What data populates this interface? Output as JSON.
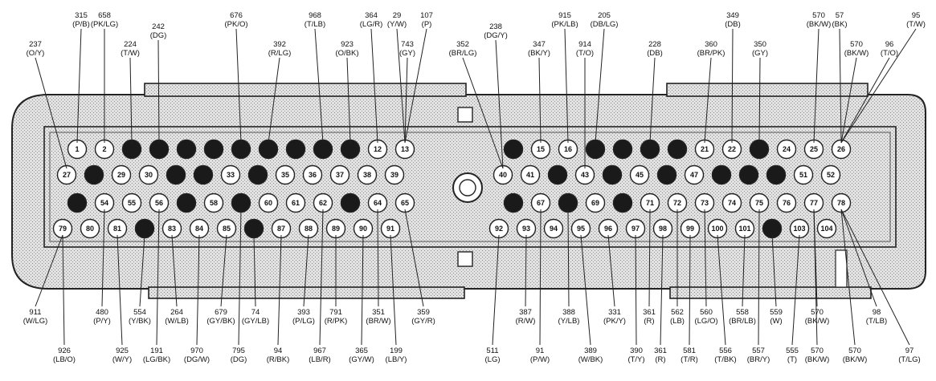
{
  "colors": {
    "housing_fill": "#d7d7d7",
    "outline": "#222222",
    "plugged_pin": "#1a1a1a",
    "open_pin": "#ffffff"
  },
  "pins_row1": [
    "1",
    "2",
    "",
    "",
    "",
    "",
    "",
    "",
    "",
    "",
    "",
    "12",
    "13",
    "",
    "15",
    "16",
    "",
    "",
    "",
    "",
    "21",
    "22",
    "",
    "24",
    "25",
    "26"
  ],
  "pins_row2": [
    "27",
    "",
    "29",
    "30",
    "",
    "",
    "33",
    "",
    "35",
    "36",
    "37",
    "38",
    "39",
    "40",
    "41",
    "",
    "43",
    "",
    "45",
    "",
    "47",
    "",
    "",
    "",
    "51",
    "52"
  ],
  "pins_row3": [
    "",
    "54",
    "55",
    "56",
    "",
    "58",
    "",
    "60",
    "61",
    "62",
    "",
    "64",
    "65",
    "",
    "67",
    "",
    "69",
    "",
    "71",
    "72",
    "73",
    "74",
    "75",
    "76",
    "77",
    "78"
  ],
  "pins_row4": [
    "79",
    "80",
    "81",
    "",
    "83",
    "84",
    "85",
    "",
    "87",
    "88",
    "89",
    "90",
    "91",
    "92",
    "93",
    "94",
    "95",
    "96",
    "97",
    "98",
    "99",
    "100",
    "101",
    "",
    "103",
    "104"
  ],
  "top_labels": [
    {
      "code": "237",
      "color": "(O/Y)"
    },
    {
      "code": "315",
      "color": "(P/B)"
    },
    {
      "code": "658",
      "color": "(PK/LG)"
    },
    {
      "code": "224",
      "color": "(T/W)"
    },
    {
      "code": "242",
      "color": "(DG)"
    },
    {
      "code": "676",
      "color": "(PK/O)"
    },
    {
      "code": "392",
      "color": "(R/LG)"
    },
    {
      "code": "968",
      "color": "(T/LB)"
    },
    {
      "code": "923",
      "color": "(O/BK)"
    },
    {
      "code": "364",
      "color": "(LG/R)"
    },
    {
      "code": "29",
      "color": "(Y/W)"
    },
    {
      "code": "743",
      "color": "(GY)"
    },
    {
      "code": "107",
      "color": "(P)"
    },
    {
      "code": "352",
      "color": "(BR/LG)"
    },
    {
      "code": "238",
      "color": "(DG/Y)"
    },
    {
      "code": "347",
      "color": "(BK/Y)"
    },
    {
      "code": "915",
      "color": "(PK/LB)"
    },
    {
      "code": "914",
      "color": "(T/O)"
    },
    {
      "code": "205",
      "color": "(DB/LG)"
    },
    {
      "code": "228",
      "color": "(DB)"
    },
    {
      "code": "360",
      "color": "(BR/PK)"
    },
    {
      "code": "349",
      "color": "(DB)"
    },
    {
      "code": "350",
      "color": "(GY)"
    },
    {
      "code": "570",
      "color": "(BK/W)"
    },
    {
      "code": "57",
      "color": "(BK)"
    },
    {
      "code": "570",
      "color": "(BK/W)"
    },
    {
      "code": "96",
      "color": "(T/O)"
    },
    {
      "code": "95",
      "color": "(T/W)"
    }
  ],
  "bottom_labels": [
    {
      "code": "911",
      "color": "(W/LG)"
    },
    {
      "code": "926",
      "color": "(LB/O)"
    },
    {
      "code": "480",
      "color": "(P/Y)"
    },
    {
      "code": "925",
      "color": "(W/Y)"
    },
    {
      "code": "554",
      "color": "(Y/BK)"
    },
    {
      "code": "191",
      "color": "(LG/BK)"
    },
    {
      "code": "264",
      "color": "(W/LB)"
    },
    {
      "code": "970",
      "color": "(DG/W)"
    },
    {
      "code": "679",
      "color": "(GY/BK)"
    },
    {
      "code": "795",
      "color": "(DG)"
    },
    {
      "code": "74",
      "color": "(GY/LB)"
    },
    {
      "code": "94",
      "color": "(R/BK)"
    },
    {
      "code": "393",
      "color": "(P/LG)"
    },
    {
      "code": "967",
      "color": "(LB/R)"
    },
    {
      "code": "791",
      "color": "(R/PK)"
    },
    {
      "code": "365",
      "color": "(GY/W)"
    },
    {
      "code": "351",
      "color": "(BR/W)"
    },
    {
      "code": "199",
      "color": "(LB/Y)"
    },
    {
      "code": "359",
      "color": "(GY/R)"
    },
    {
      "code": "511",
      "color": "(LG)"
    },
    {
      "code": "387",
      "color": "(R/W)"
    },
    {
      "code": "91",
      "color": "(P/W)"
    },
    {
      "code": "388",
      "color": "(Y/LB)"
    },
    {
      "code": "389",
      "color": "(W/BK)"
    },
    {
      "code": "331",
      "color": "(PK/Y)"
    },
    {
      "code": "390",
      "color": "(T/Y)"
    },
    {
      "code": "361",
      "color": "(R)"
    },
    {
      "code": "361",
      "color": "(R)"
    },
    {
      "code": "562",
      "color": "(LB)"
    },
    {
      "code": "581",
      "color": "(T/R)"
    },
    {
      "code": "560",
      "color": "(LG/O)"
    },
    {
      "code": "556",
      "color": "(T/BK)"
    },
    {
      "code": "558",
      "color": "(BR/LB)"
    },
    {
      "code": "557",
      "color": "(BR/Y)"
    },
    {
      "code": "559",
      "color": "(W)"
    },
    {
      "code": "555",
      "color": "(T)"
    },
    {
      "code": "570",
      "color": "(BK/W)"
    },
    {
      "code": "570",
      "color": "(BK/W)"
    },
    {
      "code": "570",
      "color": "(BK/W)"
    },
    {
      "code": "98",
      "color": "(T/LB)"
    },
    {
      "code": "97",
      "color": "(T/LG)"
    }
  ]
}
